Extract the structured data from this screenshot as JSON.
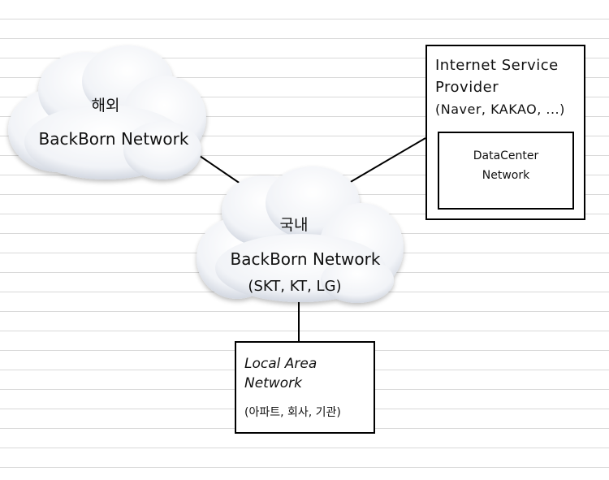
{
  "overseas_backbone": {
    "label_korean": "해외",
    "label_english": "BackBorn Network"
  },
  "domestic_backbone": {
    "label_korean": "국내",
    "label_english": "BackBorn Network",
    "providers": "(SKT, KT, LG)"
  },
  "isp": {
    "title": "Internet Service\nProvider",
    "examples": "(Naver, KAKAO, ...)",
    "data_center": {
      "line1": "DataCenter",
      "line2": "Network"
    }
  },
  "lan": {
    "title": "Local Area Network",
    "examples": "(아파트, 회사, 기관)"
  },
  "colors": {
    "background": "#ffffff",
    "ruled_lines": "#d9d9d9",
    "cloud_fill": "#f3f5f9",
    "cloud_shadow": "#c9cfda",
    "line": "#000000"
  }
}
